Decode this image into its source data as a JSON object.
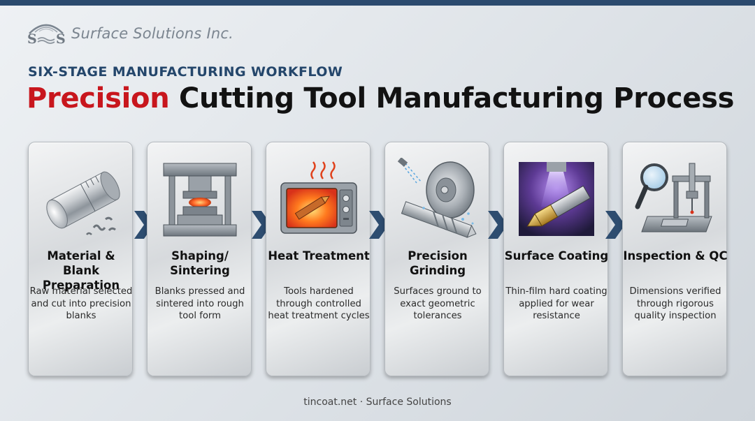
{
  "brand": {
    "name": "Surface Solutions Inc."
  },
  "header": {
    "subtitle": "SIX-STAGE MANUFACTURING WORKFLOW",
    "title_accent": "Precision",
    "title_rest": " Cutting Tool Manufacturing Process"
  },
  "steps": [
    {
      "title": "Material & Blank Preparation",
      "description": "Raw material selected and cut into precision blanks",
      "icon": "metal-cylinder-blank-icon"
    },
    {
      "title": "Shaping/ Sintering",
      "description": "Blanks pressed and sintered into rough tool form",
      "icon": "hydraulic-press-icon"
    },
    {
      "title": "Heat Treatment",
      "description": "Tools hardened through controlled heat treatment cycles",
      "icon": "furnace-oven-icon"
    },
    {
      "title": "Precision Grinding",
      "description": "Surfaces ground to exact geometric tolerances",
      "icon": "grinding-wheel-icon"
    },
    {
      "title": "Surface Coating",
      "description": "Thin-film hard coating applied for wear resistance",
      "icon": "coating-chamber-icon"
    },
    {
      "title": "Inspection & QC",
      "description": "Dimensions verified through rigorous quality inspection",
      "icon": "magnifier-measuring-machine-icon"
    }
  ],
  "footer": {
    "text": "tincoat.net · Surface Solutions"
  },
  "colors": {
    "accent_red": "#c8161d",
    "navy": "#24466b",
    "arrow": "#2e4d70",
    "top_bar": "#2b4a6e"
  }
}
